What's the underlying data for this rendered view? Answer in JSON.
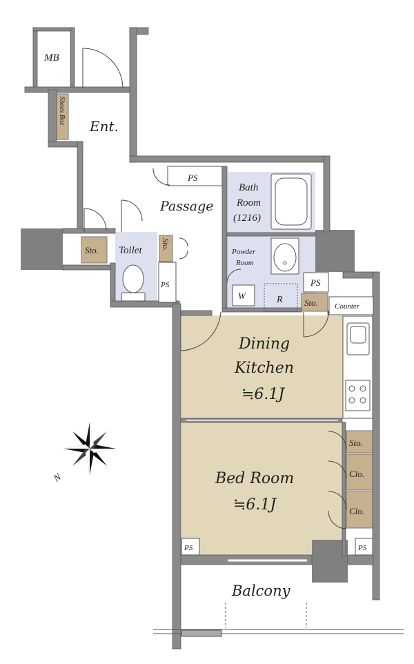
{
  "rooms": {
    "mb": "MB",
    "shoes_box": "Shoes Box",
    "entrance": "Ent.",
    "passage": "Passage",
    "ps_upper": "PS",
    "bath_line1": "Bath",
    "bath_line2": "Room",
    "bath_line3": "(1216)",
    "powder_line1": "Powder",
    "powder_line2": "Room",
    "washer": "W",
    "refrigerator": "R",
    "sto_left": "Sto.",
    "toilet": "Toilet",
    "sto_toilet": "Sto.",
    "ps_toilet": "PS",
    "ps_right": "PS",
    "sto_kitchen": "Sto.",
    "counter": "Counter",
    "dining_line1": "Dining",
    "dining_line2": "Kitchen",
    "dining_size": "≒6.1J",
    "bed_line1": "Bed Room",
    "bed_size": "≒6.1J",
    "sto_bed": "Sto.",
    "clo1": "Clo.",
    "clo2": "Clo.",
    "ps_bed_left": "PS",
    "ps_bed_right": "PS",
    "balcony": "Balcony"
  },
  "compass": {
    "north_label": "N"
  },
  "colors": {
    "wall": "#8a8a8a",
    "wall_edge": "#555555",
    "room_floor": "#e3d7b9",
    "wet_area": "#dde1ef",
    "storage": "#c7b08e",
    "column": "#808080"
  }
}
